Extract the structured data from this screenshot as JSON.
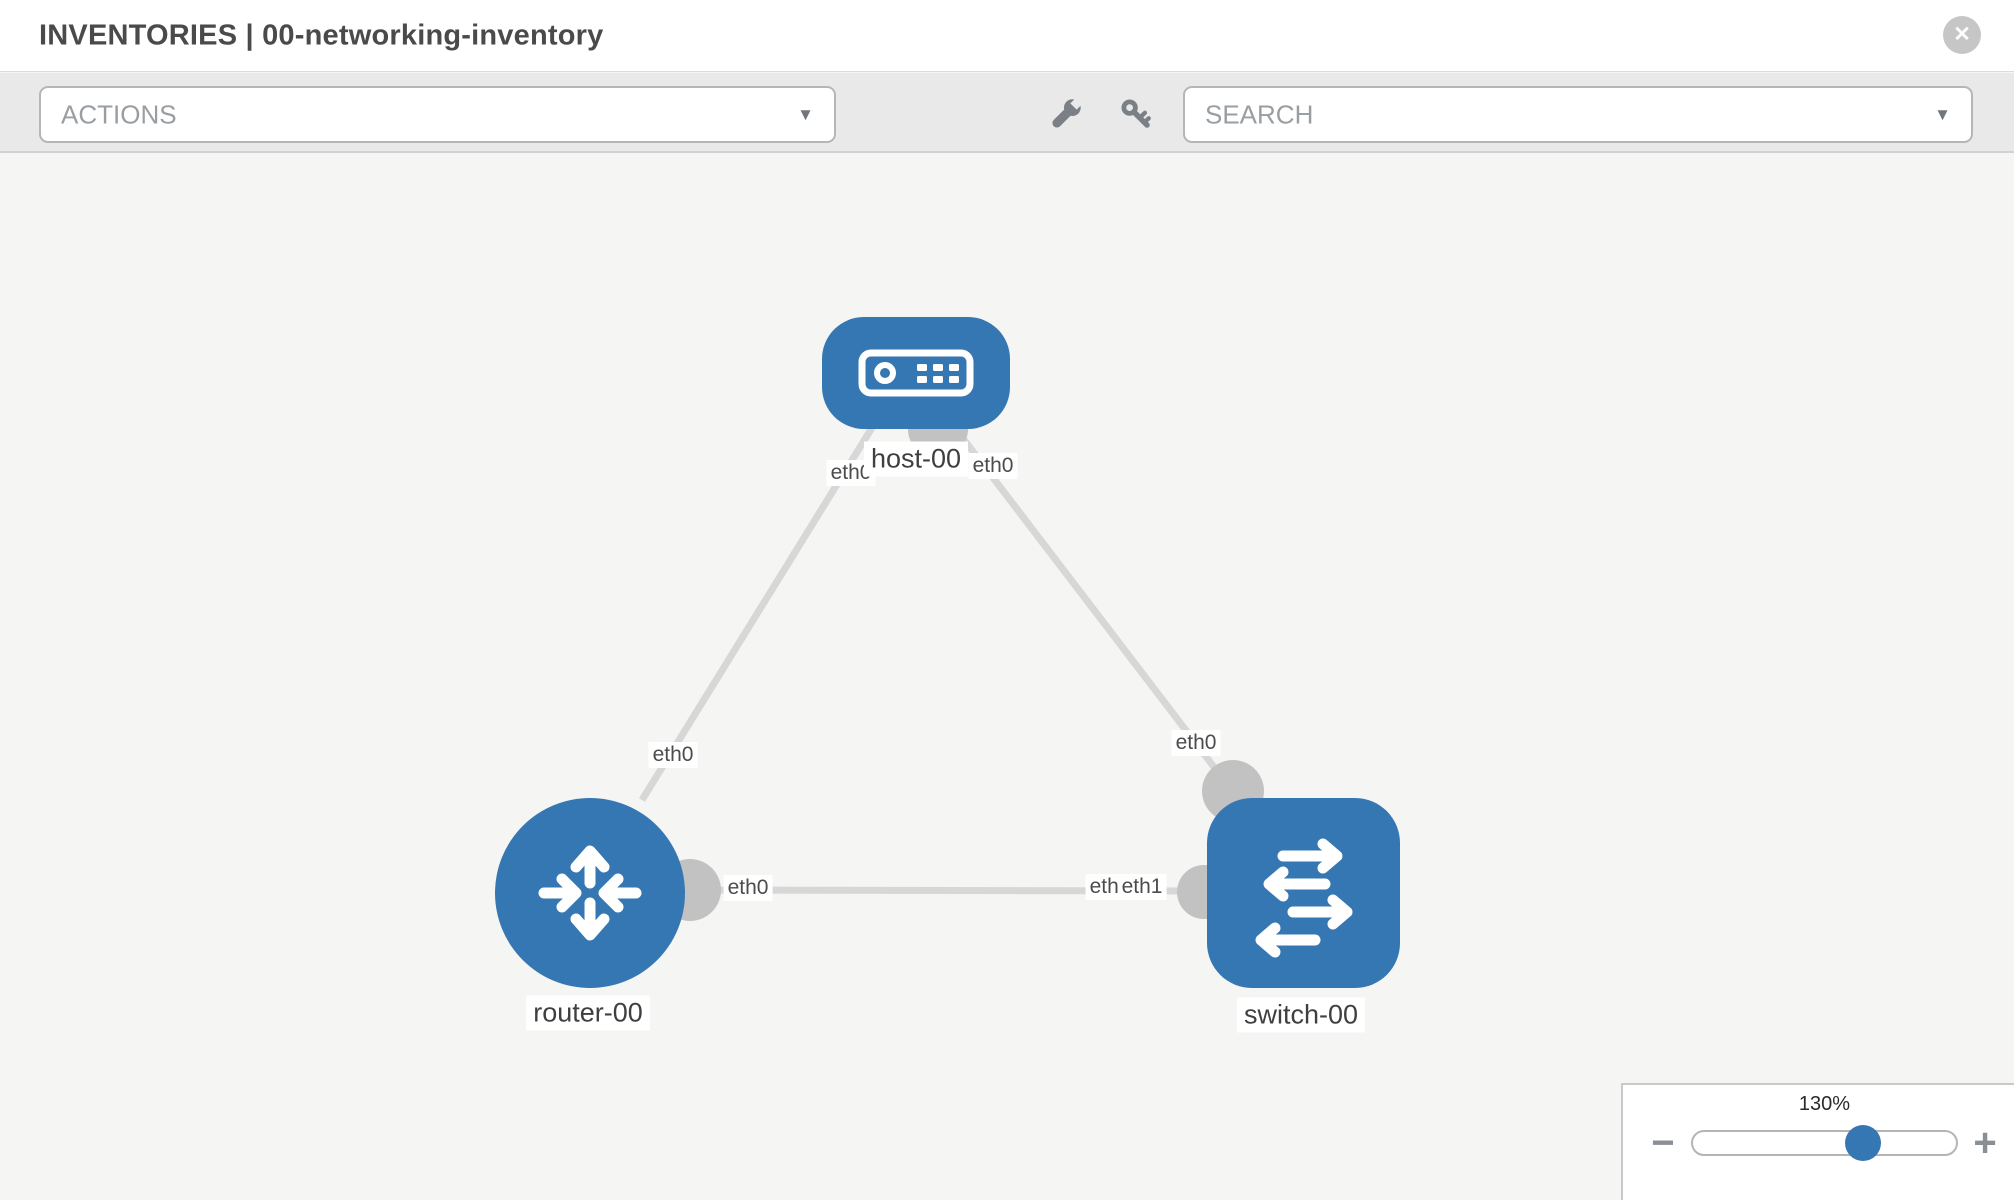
{
  "window": {
    "title": "INVENTORIES | 00-networking-inventory"
  },
  "toolbar": {
    "actions_label": "ACTIONS",
    "search_label": "SEARCH",
    "icon_buttons": [
      "wrench",
      "key"
    ]
  },
  "topology": {
    "nodes": [
      {
        "label": "host-00",
        "type": "host"
      },
      {
        "label": "router-00",
        "type": "router"
      },
      {
        "label": "switch-00",
        "type": "switch"
      }
    ],
    "links": [
      {
        "source": "host-00",
        "source_iface": "eth0",
        "target": "router-00",
        "target_iface": "eth0"
      },
      {
        "source": "host-00",
        "source_iface": "eth0",
        "target": "switch-00",
        "target_iface": "eth0"
      },
      {
        "source": "router-00",
        "source_iface": "eth0",
        "target": "switch-00",
        "target_iface": "eth1",
        "target_iface_overlap": "eth0"
      }
    ]
  },
  "zoom": {
    "level": "130%",
    "minus_glyph": "−",
    "plus_glyph": "+"
  },
  "icons": {
    "close": "✕",
    "caret": "▼"
  },
  "colors": {
    "node_blue": "#3577b2",
    "link_gray": "#d7d7d7",
    "iface_dot_gray": "#c2c2c2",
    "toolbar_bg": "#e9e9e9",
    "canvas_bg": "#f5f5f4"
  }
}
